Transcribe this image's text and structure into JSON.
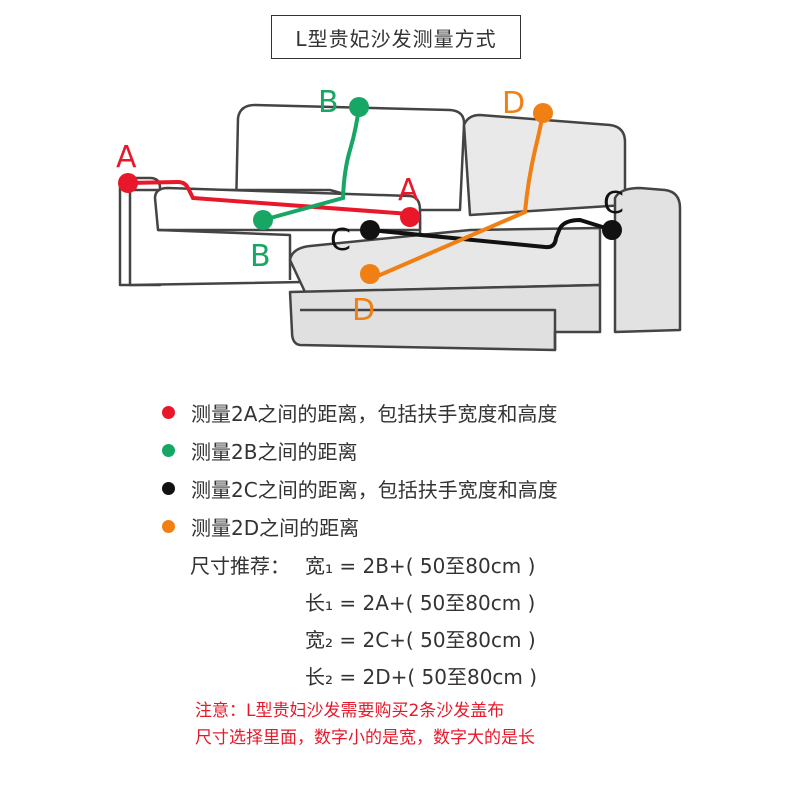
{
  "title": "L型贵妃沙发测量方式",
  "points": {
    "A": "A",
    "B": "B",
    "C": "C",
    "D": "D"
  },
  "colors": {
    "A": "#e8182a",
    "B": "#17a663",
    "C": "#111111",
    "D": "#f07f14"
  },
  "legend": [
    {
      "text": "测量2A之间的距离，包括扶手宽度和高度",
      "color": "#e8182a"
    },
    {
      "text": "测量2B之间的距离",
      "color": "#17a663"
    },
    {
      "text": "测量2C之间的距离，包括扶手宽度和高度",
      "color": "#111111"
    },
    {
      "text": "测量2D之间的距离",
      "color": "#f07f14"
    }
  ],
  "sizes": {
    "label": "尺寸推荐：",
    "rows": [
      "宽₁ = 2B+( 50至80cm )",
      "长₁ = 2A+( 50至80cm )",
      "宽₂ = 2C+( 50至80cm )",
      "长₂ = 2D+( 50至80cm )"
    ]
  },
  "note": {
    "line1": "注意：L型贵妇沙发需要购买2条沙发盖布",
    "line2": "尺寸选择里面，数字小的是宽，数字大的是长"
  }
}
